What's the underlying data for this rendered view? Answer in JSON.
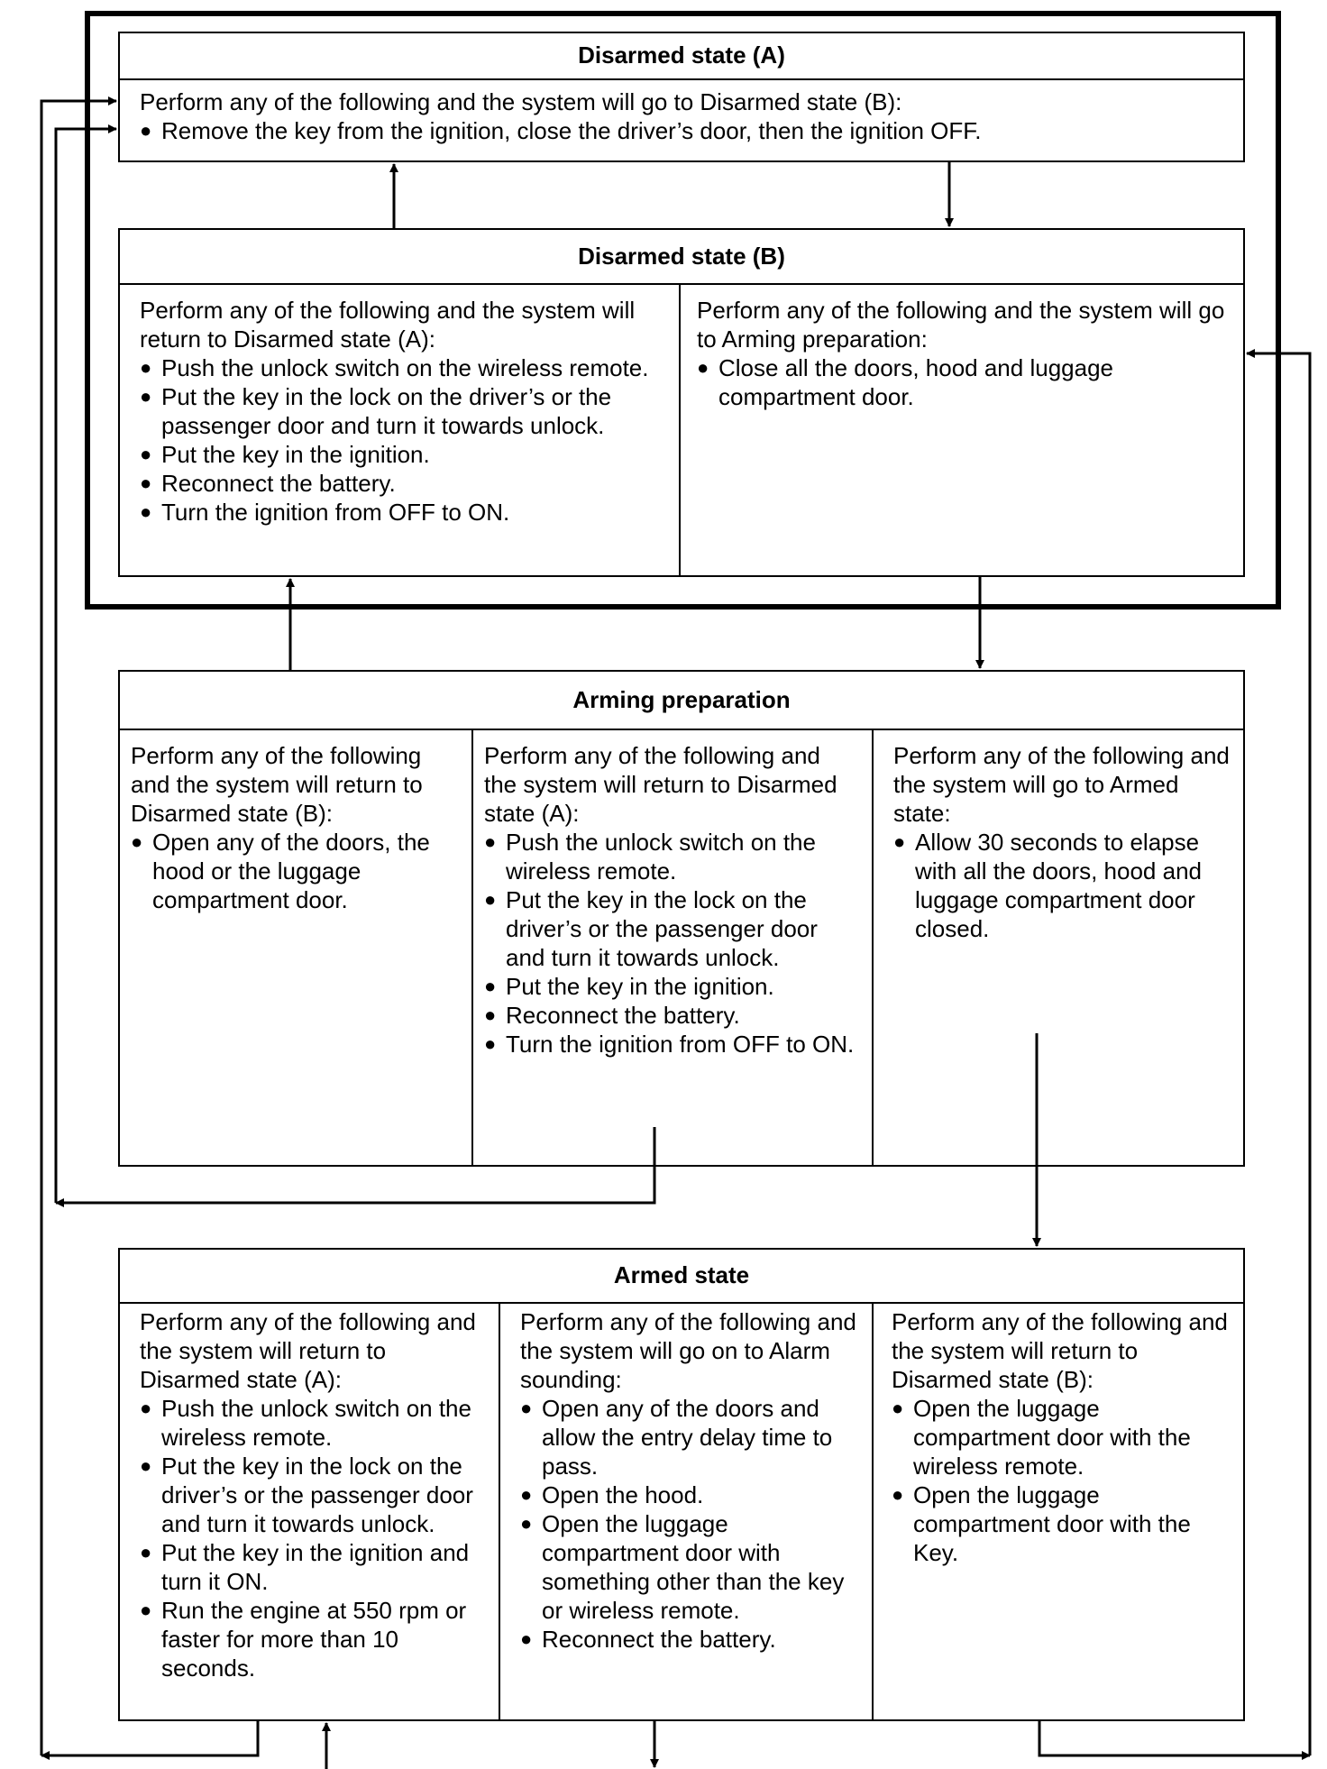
{
  "disarmed_a": {
    "title": "Disarmed state (A)",
    "intro": "Perform any of the following and the system will go to Disarmed state (B):",
    "items": [
      "Remove the key from the ignition, close the driver’s door, then the ignition OFF."
    ]
  },
  "disarmed_b": {
    "title": "Disarmed state (B)",
    "left": {
      "intro": "Perform any of the following and the system will return to Disarmed state (A):",
      "items": [
        "Push the unlock switch on the wireless remote.",
        "Put the key in the lock on the driver’s or the passenger door and turn it towards unlock.",
        "Put the key in the ignition.",
        "Reconnect the battery.",
        "Turn the ignition from OFF to ON."
      ]
    },
    "right": {
      "intro": "Perform any of the following and the system will go to Arming preparation:",
      "items": [
        "Close all the doors, hood and luggage compartment door."
      ]
    }
  },
  "arming_preparation": {
    "title": "Arming preparation",
    "col1": {
      "intro": "Perform any of the following and the system will return to Disarmed state (B):",
      "items": [
        "Open any of the doors, the hood or the luggage compartment door."
      ]
    },
    "col2": {
      "intro": "Perform any of the following and the system will return to Disarmed state (A):",
      "items": [
        "Push the unlock switch on the wireless remote.",
        "Put the key in the lock on the driver’s or the passenger door and turn it towards unlock.",
        "Put the key in the ignition.",
        "Reconnect the battery.",
        "Turn the ignition from OFF to ON."
      ]
    },
    "col3": {
      "intro": "Perform any of the following and the system will go to Armed state:",
      "items": [
        "Allow 30 seconds to elapse with all the doors, hood and luggage compartment door closed."
      ]
    }
  },
  "armed_state": {
    "title": "Armed state",
    "col1": {
      "intro": "Perform any of the following and the system will return to Disarmed state (A):",
      "items": [
        "Push the unlock switch on the wireless remote.",
        "Put the key in the lock on the driver’s or the passenger door and turn it towards unlock.",
        "Put the key in the ignition and turn it ON.",
        "Run the engine at 550 rpm or faster for more than 10 seconds."
      ]
    },
    "col2": {
      "intro": "Perform any of the following and the system will go on to Alarm sounding:",
      "items": [
        "Open any of the doors and allow the entry delay time to pass.",
        "Open the hood.",
        "Open the luggage compartment door with something other than the key or wireless remote.",
        "Reconnect the battery."
      ]
    },
    "col3": {
      "intro": "Perform any of the following and the system will return to Disarmed state (B):",
      "items": [
        "Open the luggage compartment door with the wireless remote.",
        "Open the luggage compartment door with the Key."
      ]
    }
  }
}
